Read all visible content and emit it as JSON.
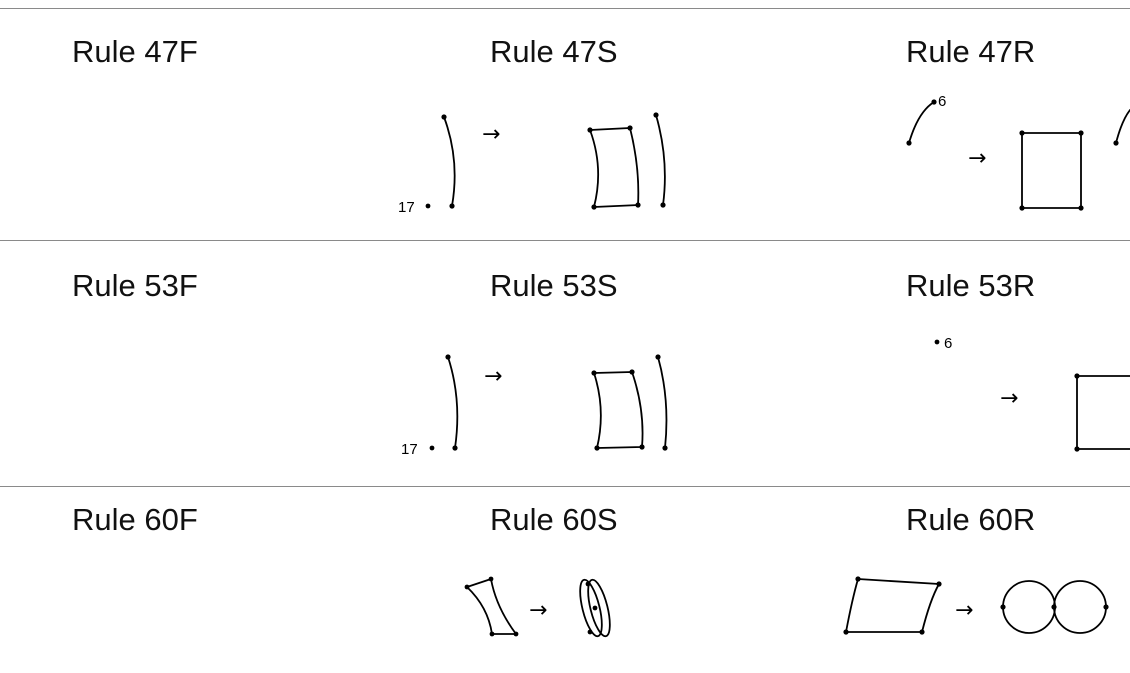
{
  "rows": [
    {
      "titles": [
        "Rule 47F",
        "Rule 47S",
        "Rule 47R"
      ],
      "labels": [
        "17",
        "6"
      ]
    },
    {
      "titles": [
        "Rule 53F",
        "Rule 53S",
        "Rule 53R"
      ],
      "labels": [
        "17",
        "6"
      ]
    },
    {
      "titles": [
        "Rule 60F",
        "Rule 60S",
        "Rule 60R"
      ]
    }
  ],
  "arrow_glyph": "→"
}
